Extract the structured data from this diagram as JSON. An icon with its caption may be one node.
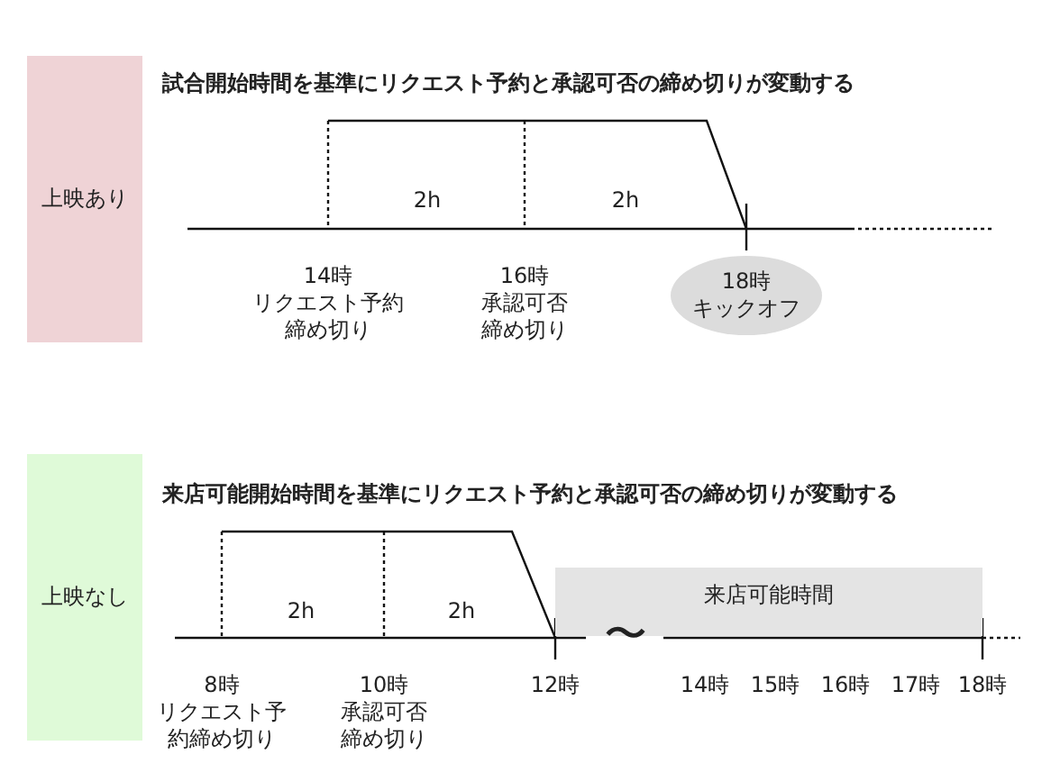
{
  "diagram": {
    "nodes": [
      {
        "text": [
          "上映あり"
        ]
      },
      {
        "text": [
          "18時",
          "キックオフ"
        ]
      },
      {
        "text": [
          "上映なし"
        ]
      },
      {
        "text": [
          "来店可能時間"
        ]
      }
    ],
    "labels": [
      "試合開始時間を基準にリクエスト予約と承認可否の締め切りが変動する",
      "2h",
      "2h",
      "14時",
      "リクエスト予約締め切り",
      "16時",
      "承認可否締め切り",
      "来店可能開始時間を基準にリクエスト予約と承認可否の締め切りが変動する",
      "2h",
      "2h",
      "8時",
      "リクエスト予約締め切り",
      "10時",
      "承認可否締め切り",
      "12時",
      "〜",
      "14時",
      "15時",
      "16時",
      "17時",
      "18時"
    ]
  }
}
